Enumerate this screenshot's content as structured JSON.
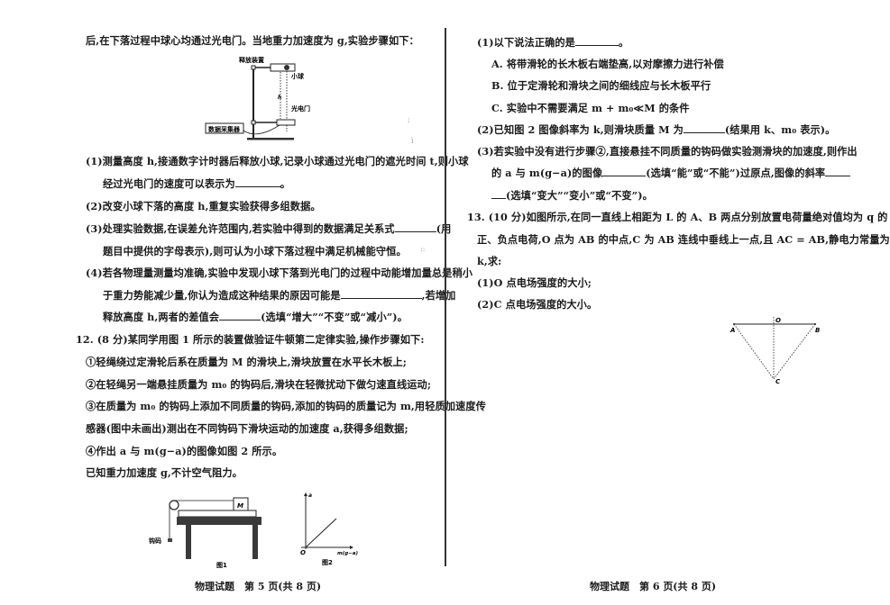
{
  "left_page": {
    "intro_line": "后,在下落过程中球心均通过光电门。当地重力加速度为 g,实验步骤如下：",
    "figure_labels": {
      "release_device": "释放装置",
      "ball": "小球",
      "height": "h",
      "photogate": "光电门",
      "data_collector": "数据采集器"
    },
    "q11": {
      "p1_line1": "(1)测量高度 h,接通数字计时器后释放小球,记录小球通过光电门的遮光时间 t,则小球",
      "p1_line2_a": "经过光电门的速度可以表示为",
      "p1_line2_b": "。",
      "p2": "(2)改变小球下落的高度 h,重复实验获得多组数据。",
      "p3_line1_a": "(3)处理实验数据,在误差允许范围内,若实验中得到的数据满足关系式",
      "p3_line1_b": "(用",
      "p3_line2": "题目中提供的字母表示),则可认为小球下落过程中满足机械能守恒。",
      "p4_line1": "(4)若各物理量测量均准确,实验中发现小球下落到光电门的过程中动能增加量总是稍小",
      "p4_line2_a": "于重力势能减少量,你认为造成这种结果的原因可能是",
      "p4_line2_b": ",若增加",
      "p4_line3_a": "释放高度 h,两者的差值会",
      "p4_line3_b": "(选填“增大”“不变”或“减小”)。"
    },
    "q12": {
      "header": "12. (8 分)某同学用图 1 所示的装置做验证牛顿第二定律实验,操作步骤如下:",
      "step1": "①轻绳绕过定滑轮后系在质量为 M 的滑块上,滑块放置在水平长木板上;",
      "step2": "②在轻绳另一端悬挂质量为 m₀ 的钩码后,滑块在轻微扰动下做匀速直线运动;",
      "step3_line1": "③在质量为 m₀ 的钩码上添加不同质量的钩码,添加的钩码的质量记为 m,用轻质加速度传",
      "step3_line2": "感器(图中未画出)测出在不同钩码下滑块运动的加速度 a,获得多组数据;",
      "step4": "④作出 a 与 m(g−a)的图像如图 2 所示。",
      "known": "已知重力加速度 g,不计空气阻力。"
    },
    "fig1": {
      "block_label": "M",
      "weight_label": "钩码",
      "caption": "图1"
    },
    "fig2": {
      "y_axis": "a",
      "x_axis": "m(g−a)",
      "origin": "O",
      "caption": "图2"
    },
    "footer": "物理试题　第 5 页(共 8 页)"
  },
  "right_page": {
    "q12_cont": {
      "p1_a": "(1)以下说法正确的是",
      "p1_b": "。",
      "optA": "A. 将带滑轮的长木板右端垫高,以对摩擦力进行补偿",
      "optB": "B. 位于定滑轮和滑块之间的细线应与长木板平行",
      "optC": "C. 实验中不需要满足 m + m₀≪M 的条件",
      "p2_a": "(2)已知图 2 图像斜率为 k,则滑块质量 M 为",
      "p2_b": "(结果用 k、m₀ 表示)。",
      "p3_line1": "(3)若实验中没有进行步骤②,直接悬挂不同质量的钩码做实验测滑块的加速度,则作出",
      "p3_line2_a": "的 a 与 m(g−a)的图像",
      "p3_line2_b": "(选填“能”或“不能”)过原点,图像的斜率",
      "p3_line3": "(选填“变大”“变小”或“不变”)。"
    },
    "q13": {
      "line1": "13. (10 分)如图所示,在同一直线上相距为 L 的 A、B 两点分别放置电荷量绝对值均为 q 的",
      "line2": "正、负点电荷,O 点为 AB 的中点,C 为 AB 连线中垂线上一点,且 AC = AB,静电力常量为",
      "line3": "k,求:",
      "sub1": "(1)O 点电场强度的大小;",
      "sub2": "(2)C 点电场强度的大小。"
    },
    "triangle": {
      "A": "A",
      "B": "B",
      "O": "O",
      "C": "C"
    },
    "footer": "物理试题　第 6 页(共 8 页)"
  }
}
